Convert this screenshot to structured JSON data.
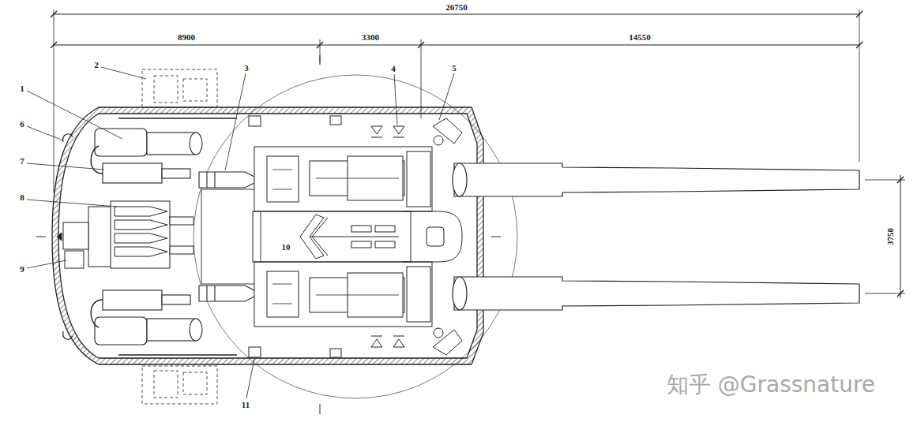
{
  "diagram": {
    "labels": [
      "26750",
      "8900",
      "3300",
      "14550",
      "2",
      "3",
      "4",
      "5",
      "1",
      "6",
      "7",
      "8",
      "3750",
      "10",
      "9",
      "11",
      "知乎 @Grassnature"
    ]
  }
}
